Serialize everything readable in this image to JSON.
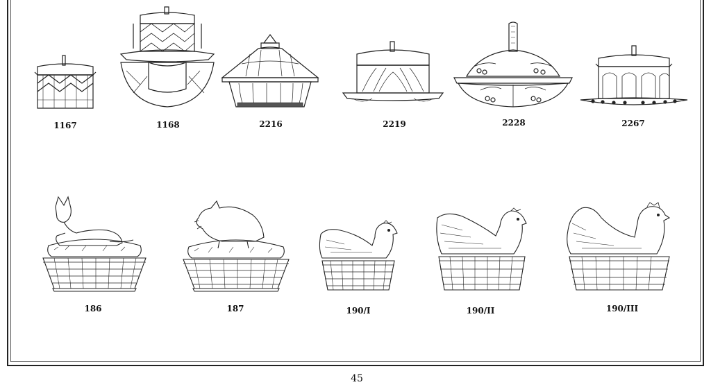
{
  "catalog_items": [
    {
      "number": "1167",
      "illustration": "covered-box-icon"
    },
    {
      "number": "1168",
      "illustration": "covered-dish-icon"
    },
    {
      "number": "2216",
      "illustration": "covered-bowl-icon"
    },
    {
      "number": "2219",
      "illustration": "butter-dish-icon"
    },
    {
      "number": "2228",
      "illustration": "cherry-dish-icon"
    },
    {
      "number": "2267",
      "illustration": "covered-dish-icon"
    },
    {
      "number": "186",
      "illustration": "fox-on-basket-icon"
    },
    {
      "number": "187",
      "illustration": "boar-on-basket-icon"
    },
    {
      "number": "190/I",
      "illustration": "hen-on-basket-icon"
    },
    {
      "number": "190/II",
      "illustration": "hen-on-basket-icon"
    },
    {
      "number": "190/III",
      "illustration": "hen-on-basket-icon"
    }
  ],
  "page": {
    "number": "45"
  },
  "colors": {
    "ink": "#222222",
    "paper": "#ffffff"
  }
}
